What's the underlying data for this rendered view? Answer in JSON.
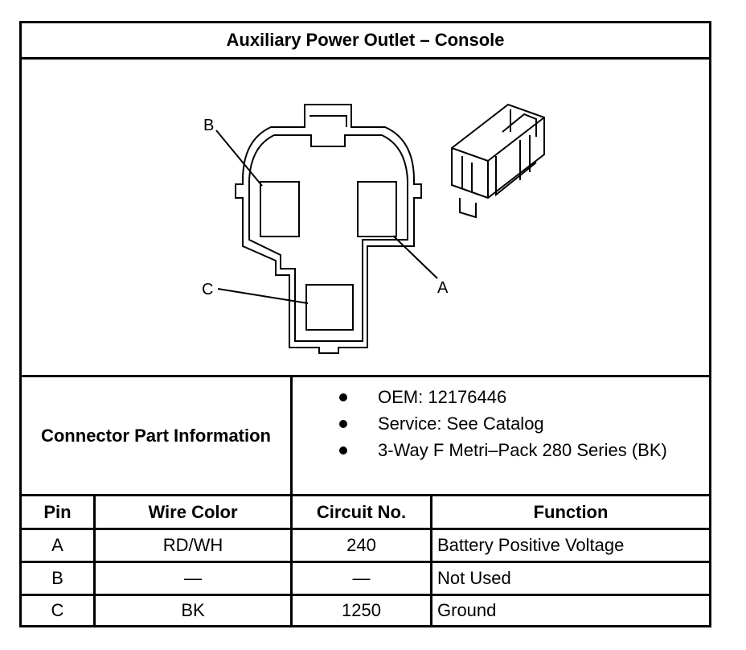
{
  "title": "Auxiliary Power Outlet – Console",
  "diagram": {
    "pin_labels": [
      "B",
      "A",
      "C"
    ]
  },
  "connector_info": {
    "label": "Connector Part Information",
    "items": [
      "OEM: 12176446",
      "Service: See Catalog",
      "3-Way F Metri–Pack 280 Series (BK)"
    ]
  },
  "pin_table": {
    "headers": [
      "Pin",
      "Wire Color",
      "Circuit No.",
      "Function"
    ],
    "rows": [
      [
        "A",
        "RD/WH",
        "240",
        "Battery Positive Voltage"
      ],
      [
        "B",
        "—",
        "—",
        "Not Used"
      ],
      [
        "C",
        "BK",
        "1250",
        "Ground"
      ]
    ]
  }
}
